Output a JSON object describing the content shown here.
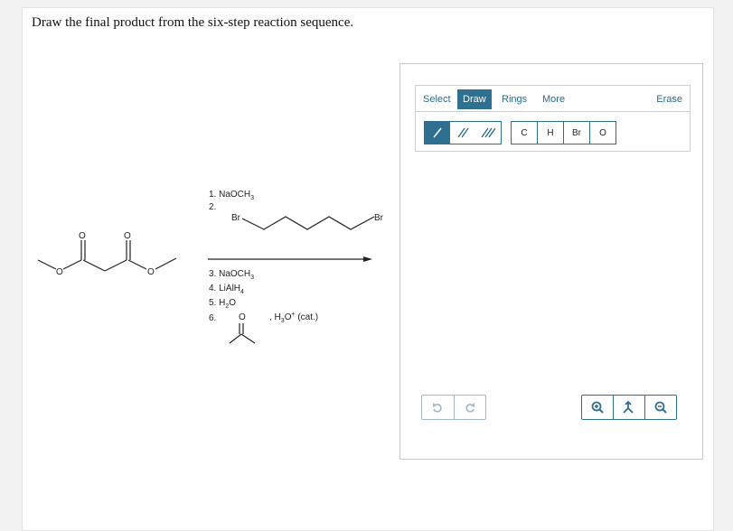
{
  "question": {
    "text": "Draw the final product from the six-step reaction sequence."
  },
  "scheme": {
    "step1": "1. NaOCH",
    "step1_sub": "3",
    "step2": "2.",
    "br_left": "Br",
    "br_right": "Br",
    "step3": "3. NaOCH",
    "step3_sub": "3",
    "step4": "4. LiAlH",
    "step4_sub": "4",
    "step5": "5. H",
    "step5_sub": "2",
    "step5_tail": "O",
    "step6": "6.",
    "step6_o": "O",
    "acid": ", H",
    "acid_sub": "3",
    "acid_tail": "O",
    "acid_sup": "+",
    "acid_cat": " (cat.)",
    "ester_o1": "O",
    "ester_o2": "O",
    "ester_o3": "O",
    "ester_o4": "O"
  },
  "editor": {
    "tabs": {
      "select": "Select",
      "draw": "Draw",
      "rings": "Rings",
      "more": "More"
    },
    "erase": "Erase",
    "atoms": {
      "c": "C",
      "h": "H",
      "br": "Br",
      "o": "O"
    },
    "accent": "#2f6f8f"
  }
}
